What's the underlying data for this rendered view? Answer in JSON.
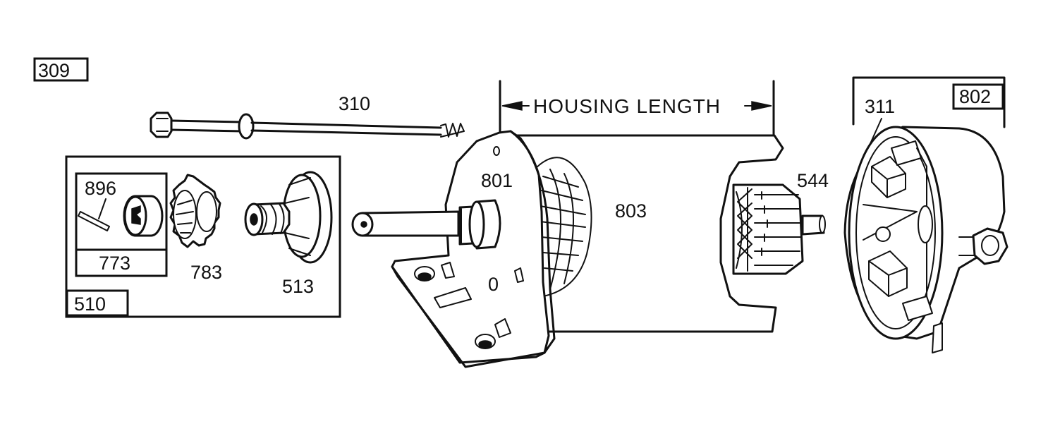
{
  "labels": {
    "assembly": "309",
    "bolt": "310",
    "kit_box": "510",
    "pin": "896",
    "collar": "773",
    "gear": "783",
    "drive": "513",
    "mount_end": "801",
    "housing": "803",
    "armature": "544",
    "brush": "311",
    "end_cap": "802",
    "zero_a": "0",
    "zero_b": "0"
  },
  "dimension": {
    "text": "HOUSING LENGTH"
  }
}
